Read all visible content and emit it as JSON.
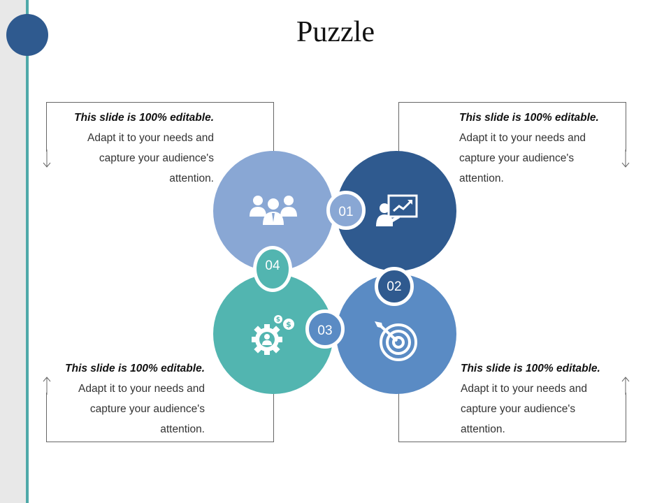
{
  "title": "Puzzle",
  "colors": {
    "light_blue": "#89a7d4",
    "dark_blue": "#2f5a8f",
    "teal": "#52b5b0",
    "mid_blue": "#5a8bc4",
    "rule": "#4fa9a9"
  },
  "blocks": [
    {
      "lead": "This slide is 100% editable.",
      "l2": "Adapt it to your needs and",
      "l3": "capture your audience's",
      "l4": "attention."
    },
    {
      "lead": "This slide is 100% editable.",
      "l2": "Adapt it to your needs and",
      "l3": "capture your audience's",
      "l4": "attention."
    },
    {
      "lead": "This slide is 100% editable.",
      "l2": "Adapt it to your needs and",
      "l3": "capture your audience's",
      "l4": "attention."
    },
    {
      "lead": "This slide is 100% editable.",
      "l2": "Adapt it to your needs and",
      "l3": "capture your audience's",
      "l4": "attention."
    }
  ],
  "badges": {
    "b01": "01",
    "b02": "02",
    "b03": "03",
    "b04": "04"
  },
  "icons": {
    "top_left": "team-icon",
    "top_right": "presentation-icon",
    "bottom_left": "gear-money-icon",
    "bottom_right": "target-icon"
  }
}
